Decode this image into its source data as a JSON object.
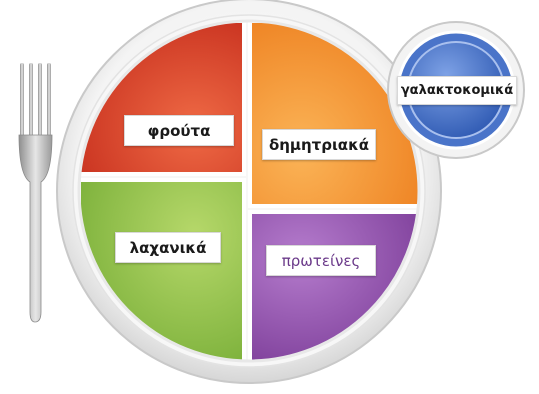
{
  "plate": {
    "sections": {
      "fruits": {
        "label": "φρούτα",
        "color": "#d9432b"
      },
      "grains": {
        "label": "δημητριακά",
        "color": "#f2922f"
      },
      "vegetables": {
        "label": "λαχανικά",
        "color": "#8fbf45"
      },
      "protein": {
        "label": "πρωτείνες",
        "color": "#8e4fa8"
      }
    }
  },
  "dairy": {
    "label": "γαλακτοκομικά",
    "color": "#3f6fc4"
  },
  "fork": {
    "icon": "fork-icon",
    "color": "#b5b5b5"
  }
}
